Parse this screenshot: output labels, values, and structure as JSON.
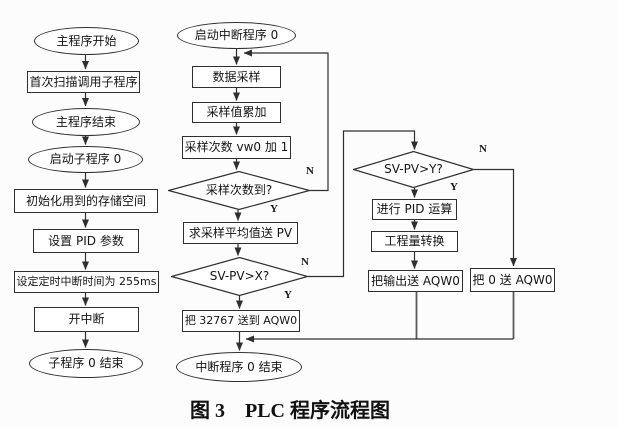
{
  "figure_caption": "图 3　PLC 程序流程图",
  "nodes": {
    "main_start": "主程序开始",
    "first_scan": "首次扫描调用子程序",
    "main_end": "主程序结束",
    "start_sub0": "启动子程序 0",
    "init_memory": "初始化用到的存储空间",
    "set_pid": "设置 PID 参数",
    "set_timer": "设定定时中断时间为 255ms",
    "enable_interrupt": "开中断",
    "sub0_end": "子程序 0 结束",
    "start_interrupt0": "启动中断程序 0",
    "data_sampling": "数据采样",
    "sample_accumulate": "采样值累加",
    "sample_count_inc": "采样次数 vw0 加 1",
    "sample_count_reached": "采样次数到?",
    "avg_to_pv": "求采样平均值送 PV",
    "sv_pv_gt_x": "SV-PV>X?",
    "send_32767": "把 32767 送到 AQW0",
    "interrupt0_end": "中断程序 0 结束",
    "sv_pv_gt_y": "SV-PV>Y?",
    "pid_calc": "进行 PID 运算",
    "eng_convert": "工程量转换",
    "output_aqw0": "把输出送 AQW0",
    "zero_aqw0": "把 0 送 AQW0"
  },
  "branch_labels": {
    "sample_count_n": "N",
    "sample_count_y": "Y",
    "sv_pv_x_n": "N",
    "sv_pv_x_y": "Y",
    "sv_pv_y_n": "N",
    "sv_pv_y_y": "Y"
  },
  "colors": {
    "line": "#2f2f2f",
    "background": "#fcfcfc",
    "node_fill": "#ffffff"
  }
}
